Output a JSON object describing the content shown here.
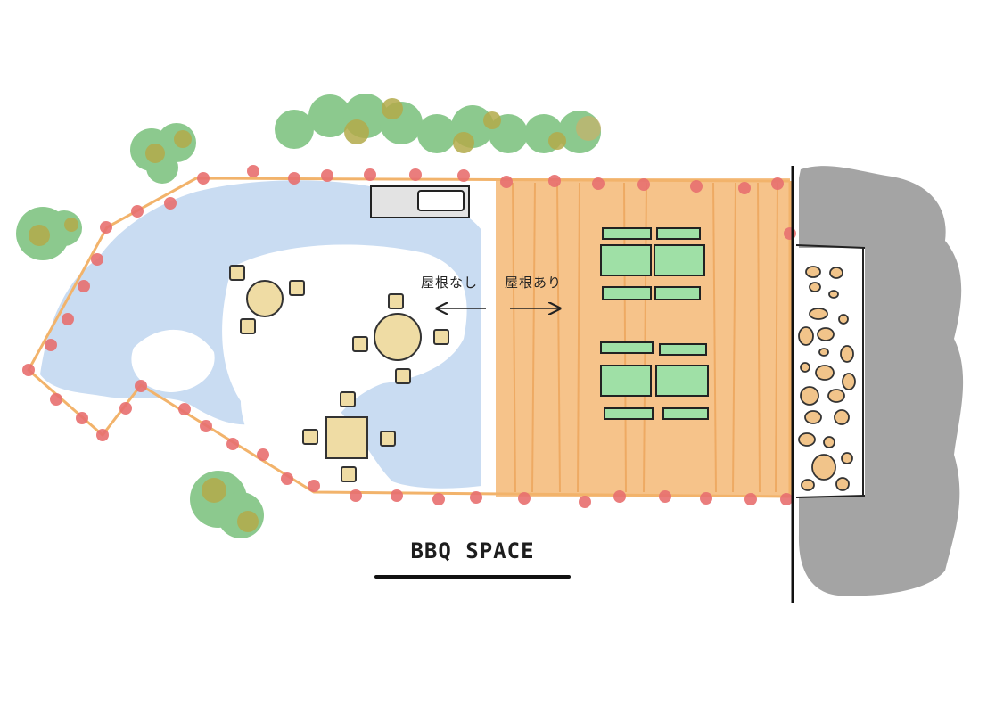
{
  "labels": {
    "no_roof": "屋根なし",
    "roof": "屋根あり",
    "title": "BBQ SPACE"
  },
  "colors": {
    "fence_line": "#f2b36b",
    "fence_dots": "#e87070",
    "ground_blue": "#c9dcf2",
    "deck_orange": "#f6c38a",
    "deck_stripe": "#eda45a",
    "furniture": "#efdca4",
    "bench_green": "#9fe0a6",
    "tree_green": "#8cc98e",
    "tree_olive": "#b3aa4a",
    "wall_gray": "#a4a4a4",
    "stone_orange": "#f1c48a"
  },
  "icons": [
    "arrow-left-icon",
    "arrow-right-icon"
  ]
}
